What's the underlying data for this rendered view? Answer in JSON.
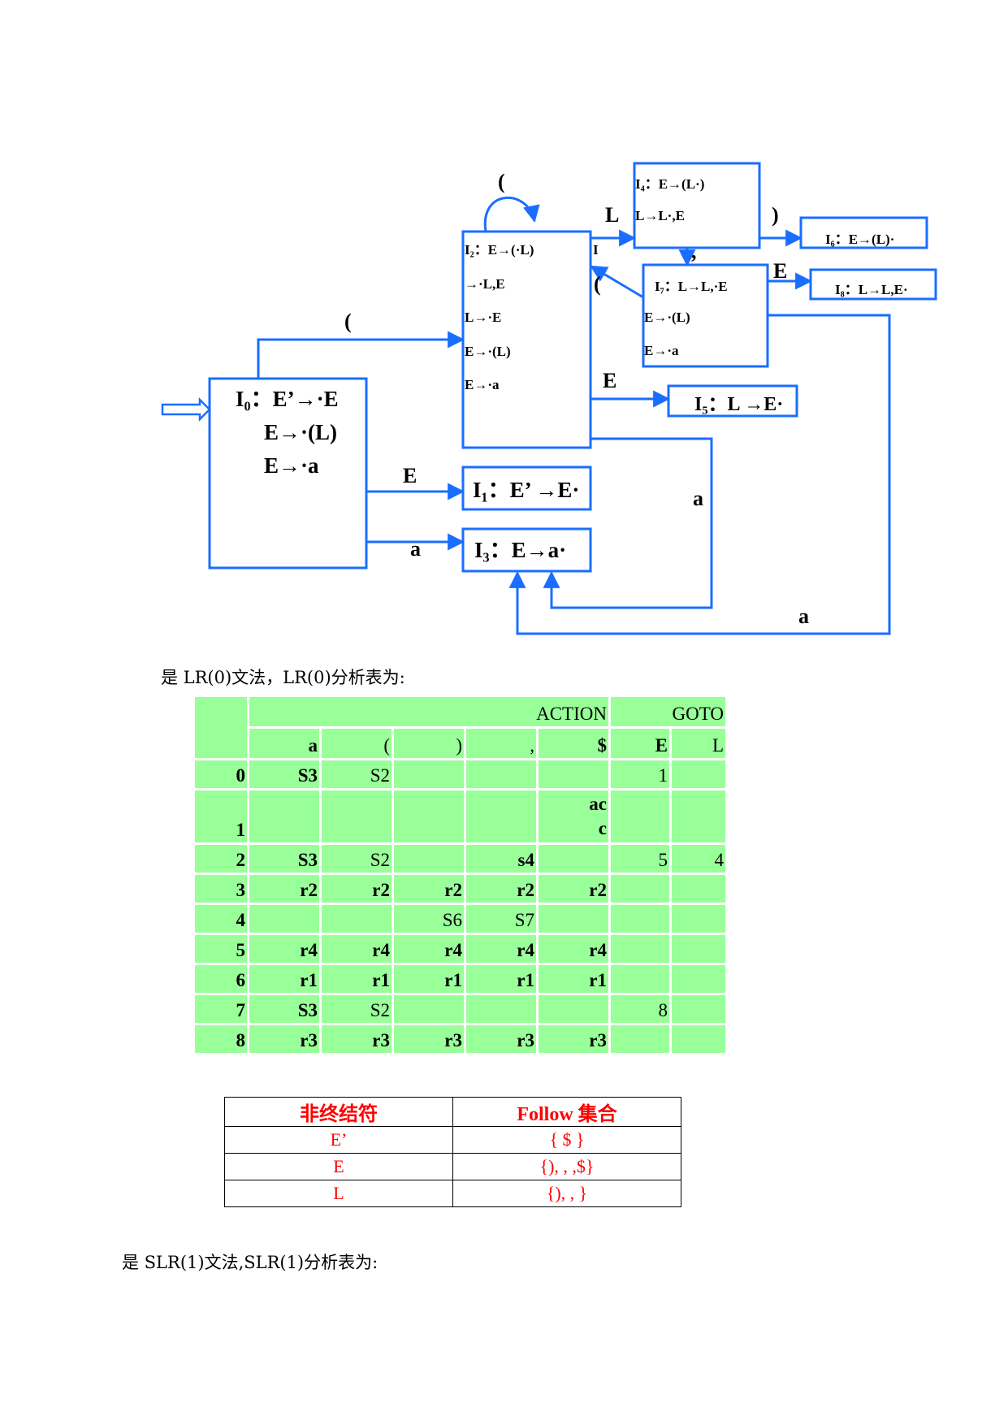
{
  "diagram": {
    "states": {
      "I0": {
        "lines": [
          "I₀：E’→·E",
          "E→·(L)",
          "E→·a"
        ]
      },
      "I1": {
        "lines": [
          "I₁：E’ →E·"
        ]
      },
      "I2": {
        "lines": [
          "I₂：E→(·L)",
          "→·L,E",
          "L→·E",
          "E→·(L)",
          "E→·a"
        ]
      },
      "I3": {
        "lines": [
          "I₃：E→a·"
        ]
      },
      "I4": {
        "lines": [
          "I₄：E→(L·)",
          "L→L·,E"
        ]
      },
      "I5": {
        "lines": [
          "I₅：L →E·"
        ]
      },
      "I6": {
        "lines": [
          "I₆：E→(L)·"
        ]
      },
      "I7": {
        "lines": [
          "I₇：L→L,·E",
          "E→·(L)",
          "E→·a"
        ]
      },
      "I8": {
        "lines": [
          "I₈：L→L,E·"
        ]
      }
    },
    "edge_labels": {
      "i0_i2": "(",
      "i0_i1": "E",
      "i0_i3": "a",
      "i2_self": "(",
      "i2_i4": "L",
      "i2_i4_extra": "I",
      "i2_i5": "E",
      "i2_i3": "a",
      "i4_i6": ")",
      "i4_i7": ",",
      "i7_i2": "(",
      "i7_i8": "E",
      "i7_i3": "a"
    },
    "colors": {
      "box": "#1a6eff",
      "arrow": "#1a6eff"
    }
  },
  "text": {
    "lr0_intro": "是 LR(0)文法，LR(0)分析表为:",
    "slr_intro": "是 SLR(1)文法,SLR(1)分析表为:"
  },
  "lr0_table": {
    "action_header": "ACTION",
    "goto_header": "GOTO",
    "columns": [
      "a",
      "(",
      ")",
      ",",
      "$",
      "E",
      "L"
    ],
    "rows": [
      {
        "state": "0",
        "cells": [
          "S3",
          "S2",
          "",
          "",
          "",
          "1",
          ""
        ]
      },
      {
        "state": "1",
        "cells": [
          "",
          "",
          "",
          "",
          "ac\nc",
          "",
          ""
        ]
      },
      {
        "state": "2",
        "cells": [
          "S3",
          "S2",
          "",
          "s4",
          "",
          "5",
          "4"
        ]
      },
      {
        "state": "3",
        "cells": [
          "r2",
          "r2",
          "r2",
          "r2",
          "r2",
          "",
          ""
        ]
      },
      {
        "state": "4",
        "cells": [
          "",
          "",
          "S6",
          "S7",
          "",
          "",
          ""
        ]
      },
      {
        "state": "5",
        "cells": [
          "r4",
          "r4",
          "r4",
          "r4",
          "r4",
          "",
          ""
        ]
      },
      {
        "state": "6",
        "cells": [
          "r1",
          "r1",
          "r1",
          "r1",
          "r1",
          "",
          ""
        ]
      },
      {
        "state": "7",
        "cells": [
          "S3",
          "S2",
          "",
          "",
          "",
          "8",
          ""
        ]
      },
      {
        "state": "8",
        "cells": [
          "r3",
          "r3",
          "r3",
          "r3",
          "r3",
          "",
          ""
        ]
      }
    ],
    "colors": {
      "cell_bg": "#99ff99"
    }
  },
  "follow_table": {
    "headers": [
      "非终结符",
      "Follow 集合"
    ],
    "rows": [
      [
        "E’",
        "{ $ }"
      ],
      [
        "E",
        "{), , ,$}"
      ],
      [
        "L",
        "{), , }"
      ]
    ],
    "colors": {
      "text": "#ff0000"
    }
  }
}
